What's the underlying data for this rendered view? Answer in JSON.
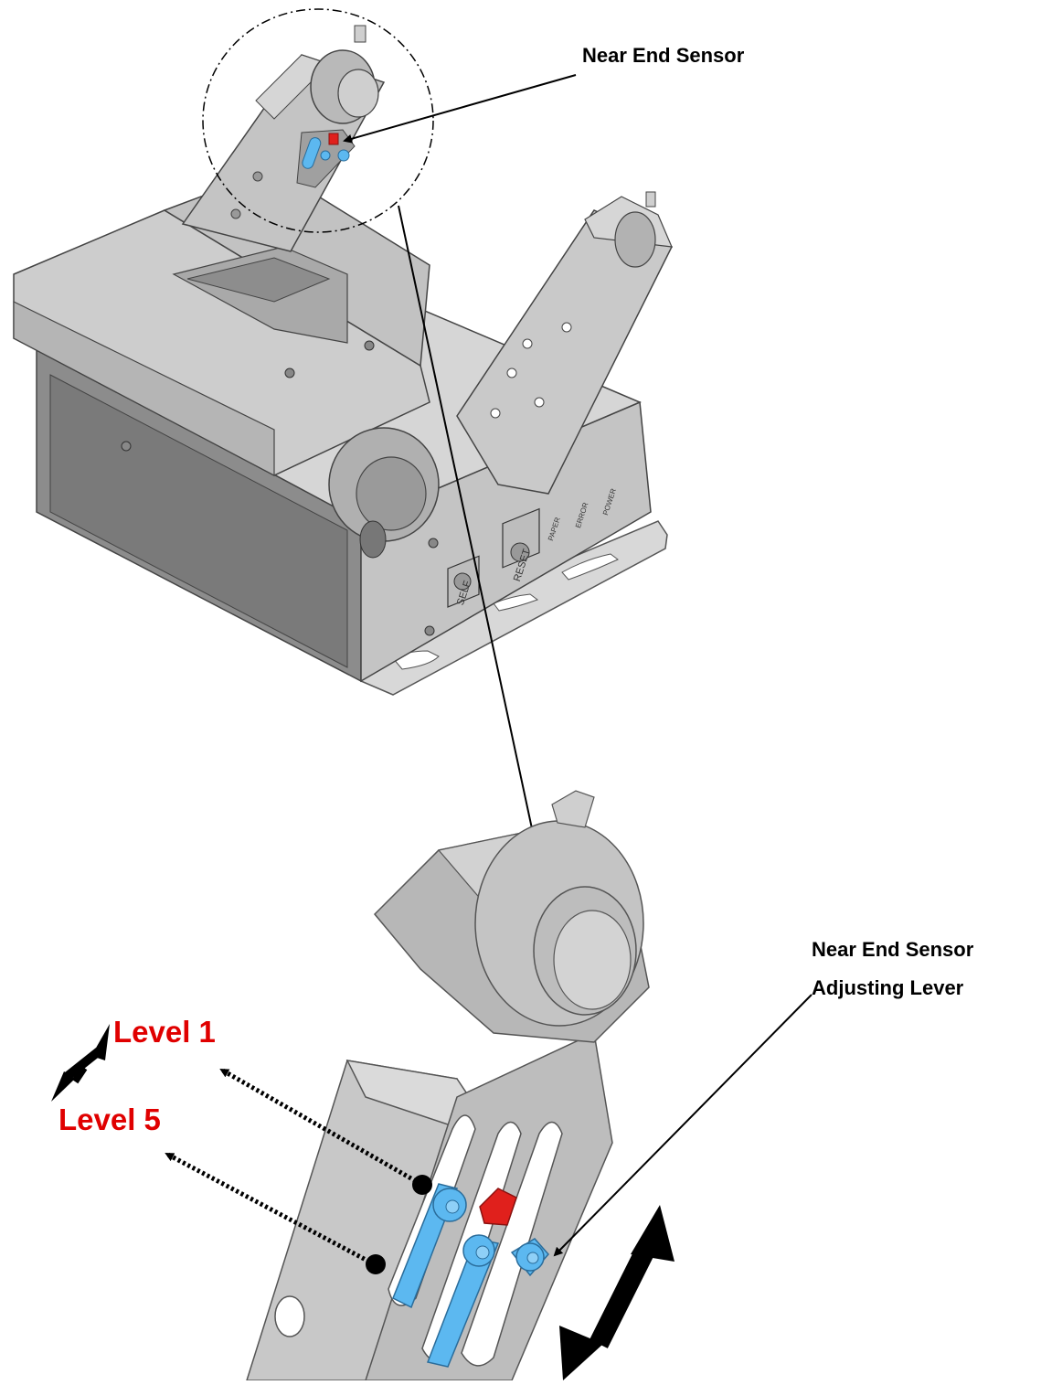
{
  "callouts": {
    "near_end_sensor": "Near End Sensor",
    "adjust_lever_line1": "Near End Sensor",
    "adjust_lever_line2": "Adjusting Lever"
  },
  "levels": {
    "level_high": "Level 1",
    "level_low": "Level 5"
  },
  "panel": {
    "buttons": [
      "SELF",
      "RESET"
    ],
    "leds": [
      "PAPER",
      "ERROR",
      "POWER"
    ]
  },
  "colors": {
    "sensor_red": "#e0201c",
    "lever_blue": "#5cb8f0",
    "level_text": "#e00000",
    "metal_light": "#cfcfcf",
    "metal_mid": "#a8a8a8",
    "metal_dark": "#6e6e6e"
  }
}
